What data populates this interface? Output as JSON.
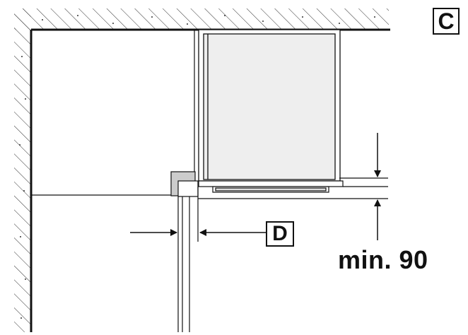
{
  "figure": {
    "panel_label": "C",
    "gap_label": "D",
    "dimension_label": "min. 90"
  },
  "colors": {
    "line": "#111111",
    "hatch": "#333333",
    "appliance_fill": "#eeeeee",
    "hinge_fill": "#cccccc",
    "background": "#ffffff"
  }
}
